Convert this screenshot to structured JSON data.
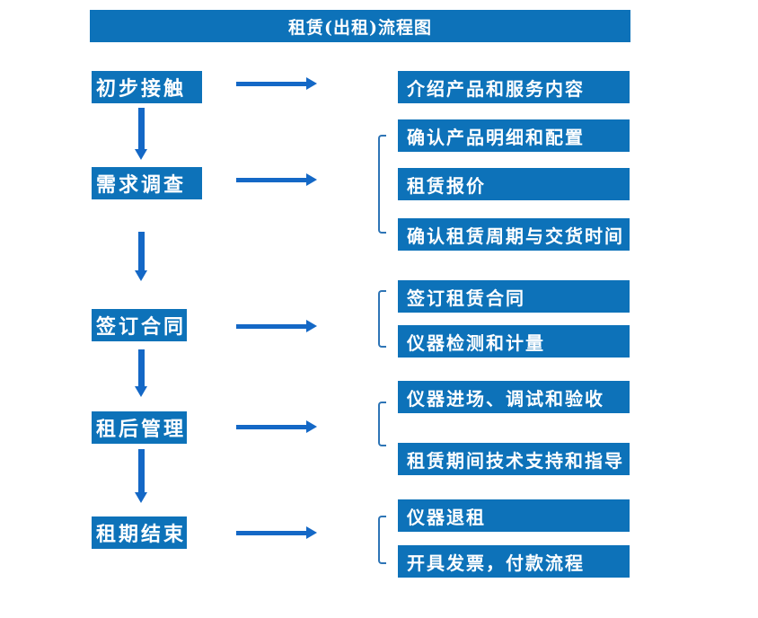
{
  "title": "租赁(出租)流程图",
  "colors": {
    "box_fill": "#0d72b9",
    "arrow": "#1468c6",
    "bracket": "#2e75b6",
    "box_text": "#ffffff",
    "background": "#ffffff"
  },
  "steps": [
    {
      "label": "初步接触",
      "details": [
        "介绍产品和服务内容"
      ]
    },
    {
      "label": "需求调查",
      "details": [
        "确认产品明细和配置",
        "租赁报价",
        "确认租赁周期与交货时间"
      ]
    },
    {
      "label": "签订合同",
      "details": [
        "签订租赁合同",
        "仪器检测和计量"
      ]
    },
    {
      "label": "租后管理",
      "details": [
        "仪器进场、调试和验收",
        "租赁期间技术支持和指导"
      ]
    },
    {
      "label": "租期结束",
      "details": [
        "仪器退租",
        "开具发票，付款流程"
      ]
    }
  ]
}
